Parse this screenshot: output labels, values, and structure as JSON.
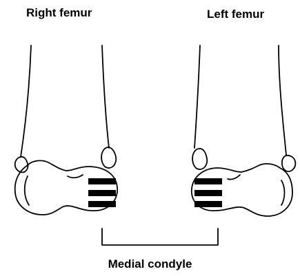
{
  "labels": {
    "right_femur": "Right femur",
    "left_femur": "Left femur",
    "medial_condyle": "Medial condyle"
  }
}
